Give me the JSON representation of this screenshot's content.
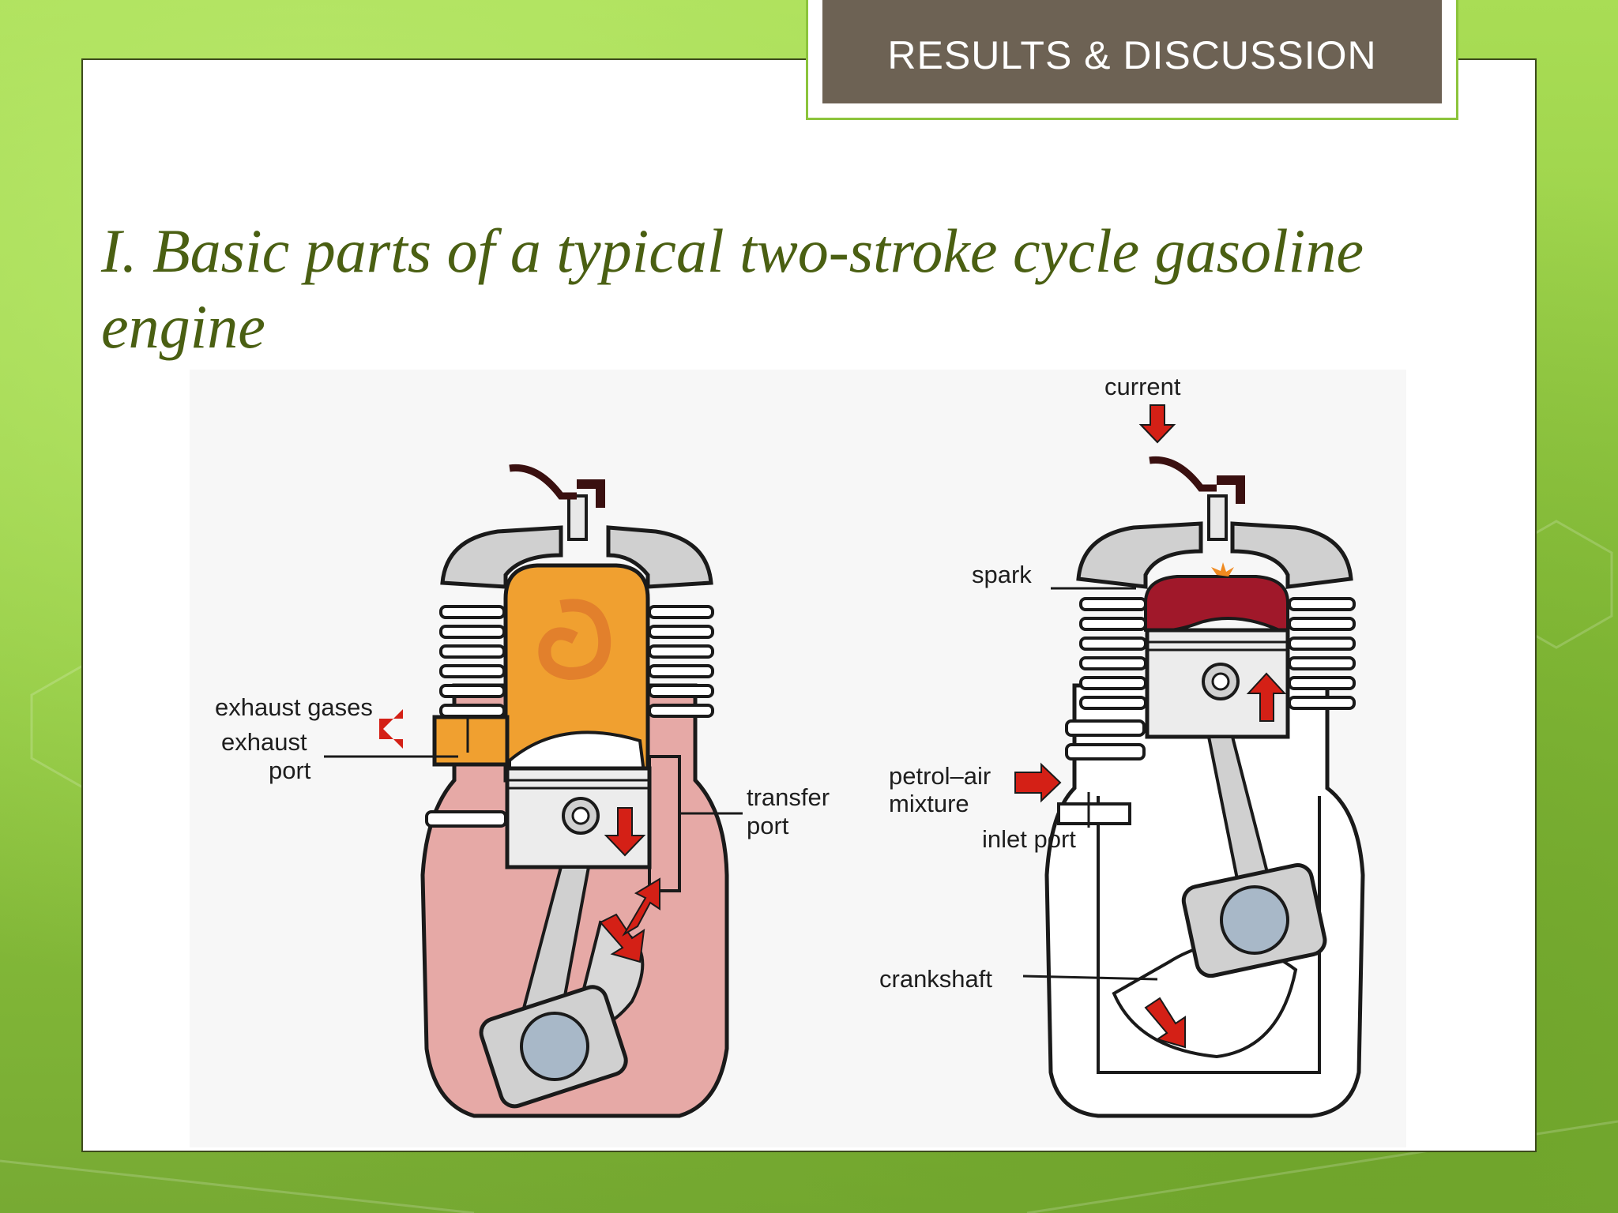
{
  "header": {
    "section_label": "RESULTS & DISCUSSION"
  },
  "slide": {
    "title_line1": "I. Basic parts of a typical two-stroke cycle gasoline",
    "title_line2": "engine"
  },
  "figure": {
    "left_engine": {
      "labels": {
        "exhaust_gases": "exhaust gases",
        "exhaust_port_1": "exhaust",
        "exhaust_port_2": "port",
        "transfer_port_1": "transfer",
        "transfer_port_2": "port"
      }
    },
    "right_engine": {
      "labels": {
        "current": "current",
        "spark": "spark",
        "petrol_air_1": "petrol–air",
        "petrol_air_2": "mixture",
        "inlet_port": "inlet port",
        "crankshaft": "crankshaft"
      }
    },
    "colors": {
      "arrow": "#d42016",
      "combustion": "#f0a030",
      "crankcase_mix": "#e2a0a0",
      "burnt_charge": "#a0182a",
      "metal": "#d0d0d0",
      "outline": "#1a1a1a"
    }
  }
}
